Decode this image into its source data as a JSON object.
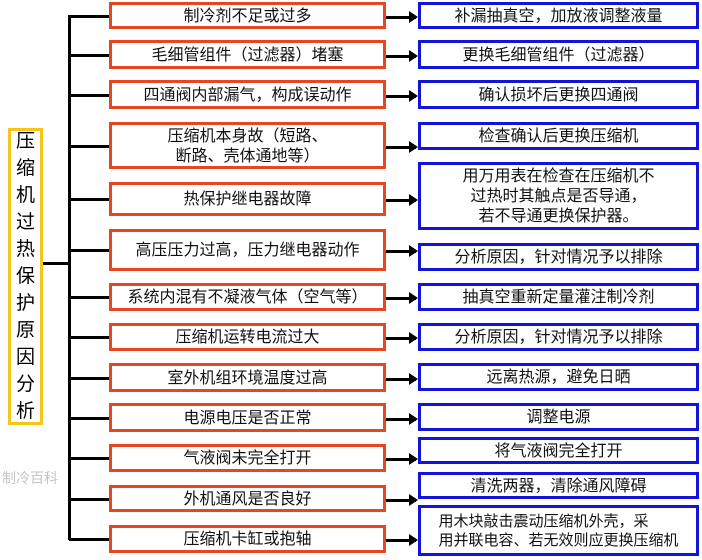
{
  "root": {
    "label": "压缩机过热保护原因分析"
  },
  "rows": [
    {
      "cause": "制冷剂不足或过多",
      "solution": "补漏抽真空，加放液调整液量"
    },
    {
      "cause": "毛细管组件（过滤器）堵塞",
      "solution": "更换毛细管组件（过滤器）"
    },
    {
      "cause": "四通阀内部漏气，构成误动作",
      "solution": "确认损坏后更换四通阀"
    },
    {
      "cause": "压缩机本身故（短路、\n断路、壳体通地等）",
      "solution": "检查确认后更换压缩机"
    },
    {
      "cause": "热保护继电器故障",
      "solution": "用万用表在检查在压缩机不\n过热时其触点是否导通，\n若不导通更换保护器。"
    },
    {
      "cause": "高压压力过高，压力继电器动作",
      "solution": "分析原因，针对情况予以排除"
    },
    {
      "cause": "系统内混有不凝液气体（空气等）",
      "solution": "抽真空重新定量灌注制冷剂"
    },
    {
      "cause": "压缩机运转电流过大",
      "solution": "分析原因，针对情况予以排除"
    },
    {
      "cause": "室外机组环境温度过高",
      "solution": "远离热源，避免日晒"
    },
    {
      "cause": "电源电压是否正常",
      "solution": "调整电源"
    },
    {
      "cause": "气液阀未完全打开",
      "solution": "将气液阀完全打开"
    },
    {
      "cause": "外机通风是否良好",
      "solution": "清洗两器，清除通风障碍"
    },
    {
      "cause": "压缩机卡缸或抱轴",
      "solution": "用木块敲击震动压缩机外壳，采\n用并联电容、若无效则应更换压缩机"
    }
  ],
  "watermark": "制冷百科",
  "colors": {
    "cause_border": "#e8461e",
    "solution_border": "#1414d8",
    "root_border": "#f5c518"
  }
}
